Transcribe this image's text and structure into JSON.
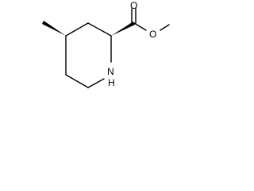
{
  "structure": {
    "atoms": {
      "ester_carbonyl_oxygen": "O",
      "ester_ether_oxygen": "O",
      "ring_nitrogen": "N",
      "ring_nitrogen_hydrogen": "H"
    }
  },
  "colors": {
    "line": "#000000",
    "background": "#ffffff"
  }
}
